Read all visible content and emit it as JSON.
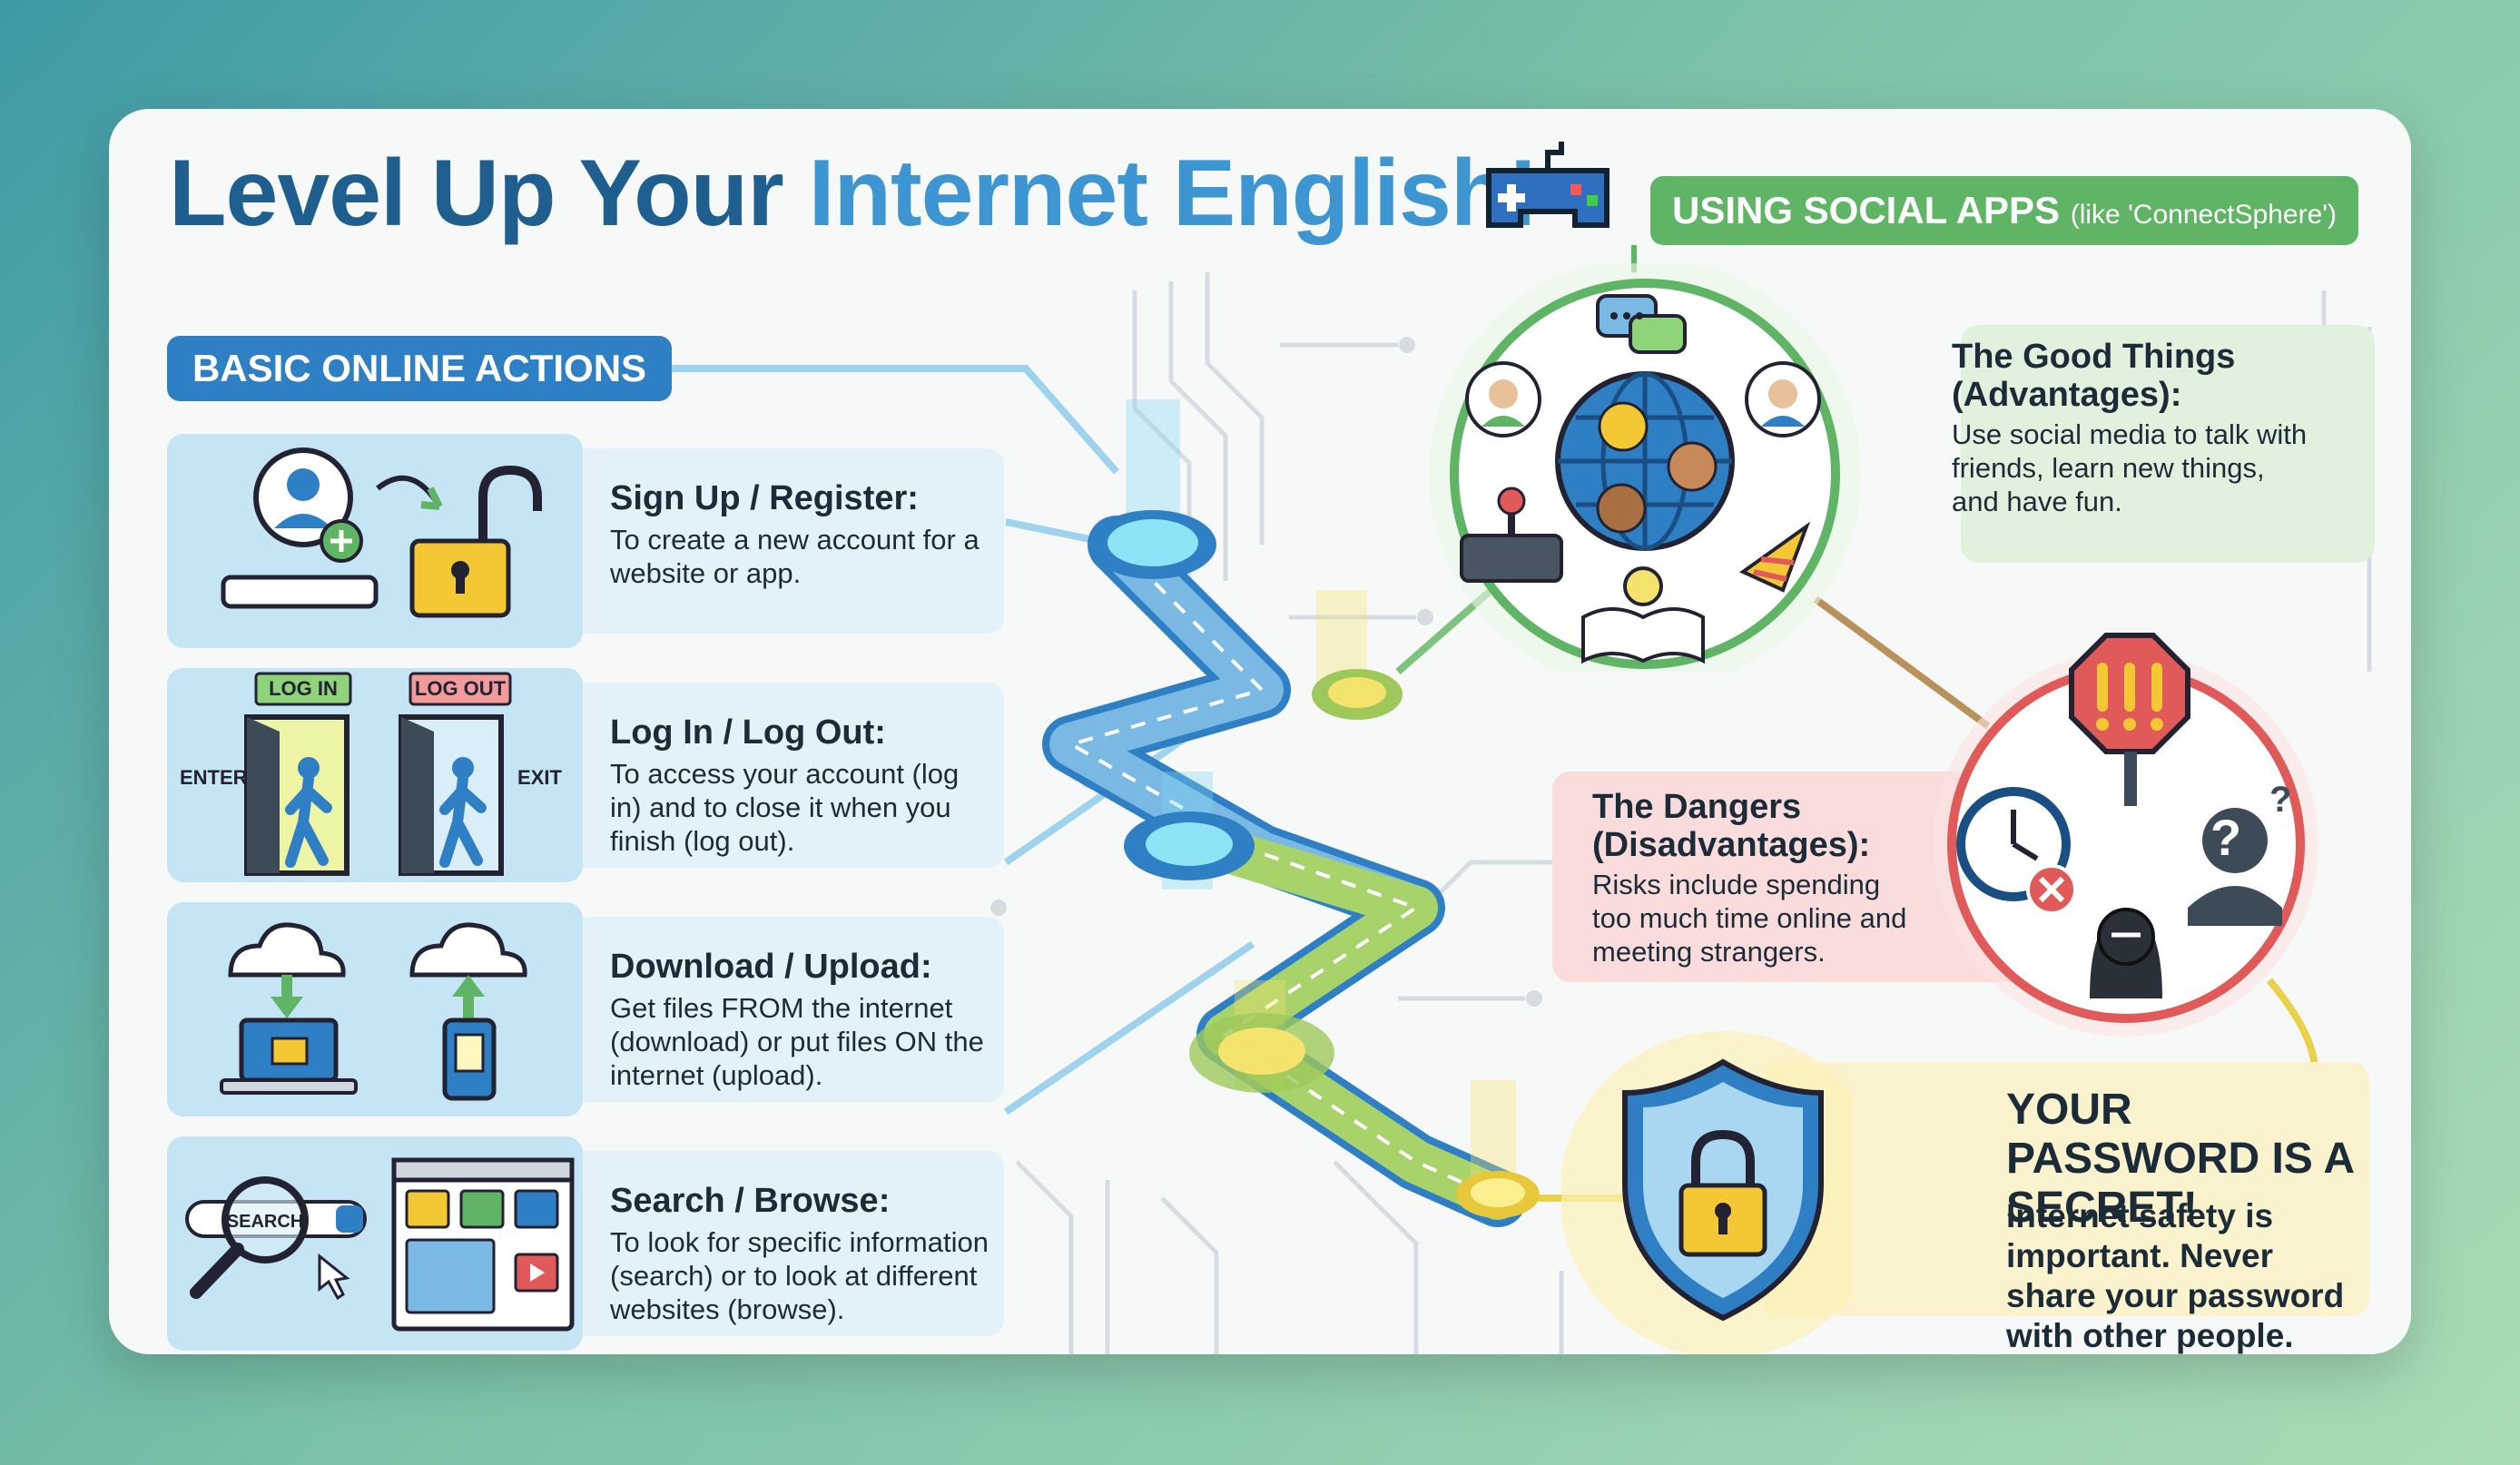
{
  "title": {
    "part1": "Level Up Your ",
    "part2": "Internet English!"
  },
  "basic": {
    "label": "BASIC ONLINE ACTIONS",
    "actions": [
      {
        "title": "Sign Up / Register:",
        "desc": "To create a new account for a website or app."
      },
      {
        "title": "Log In / Log Out:",
        "desc": "To access your account (log in) and to close it when you finish (log out).",
        "sign_in": "LOG IN",
        "sign_out": "LOG OUT",
        "enter": "ENTER",
        "exit": "EXIT"
      },
      {
        "title": "Download / Upload:",
        "desc": "Get files FROM the internet (download) or put files ON the internet (upload)."
      },
      {
        "title": "Search / Browse:",
        "desc": "To look for specific information (search) or to look at different websites (browse).",
        "search_word": "SEARCH"
      }
    ]
  },
  "social": {
    "label": "USING SOCIAL APPS",
    "label_sub": "(like 'ConnectSphere')",
    "good": {
      "title": "The Good Things (Advantages):",
      "desc": "Use social media to talk with friends, learn new things, and have fun."
    },
    "danger": {
      "title": "The Dangers (Disadvantages):",
      "desc": "Risks include spending too much time online and meeting strangers."
    }
  },
  "password": {
    "title": "YOUR PASSWORD IS A SECRET!",
    "desc": "Internet safety is important. Never share your password with other people."
  },
  "icons": {
    "title": "gamepad-icon",
    "social_circle": [
      "chat-bubbles-icon",
      "globe-people-icon",
      "joystick-icon",
      "party-hat-icon",
      "book-lightbulb-icon"
    ],
    "danger_circle": [
      "stop-sign-icon",
      "clock-icon",
      "hacker-icon",
      "stranger-icon"
    ],
    "password": "shield-lock-icon"
  },
  "colors": {
    "blue": "#2f7fc5",
    "green": "#5fb565",
    "red": "#e05a5a",
    "yellow": "#f4d23a"
  }
}
